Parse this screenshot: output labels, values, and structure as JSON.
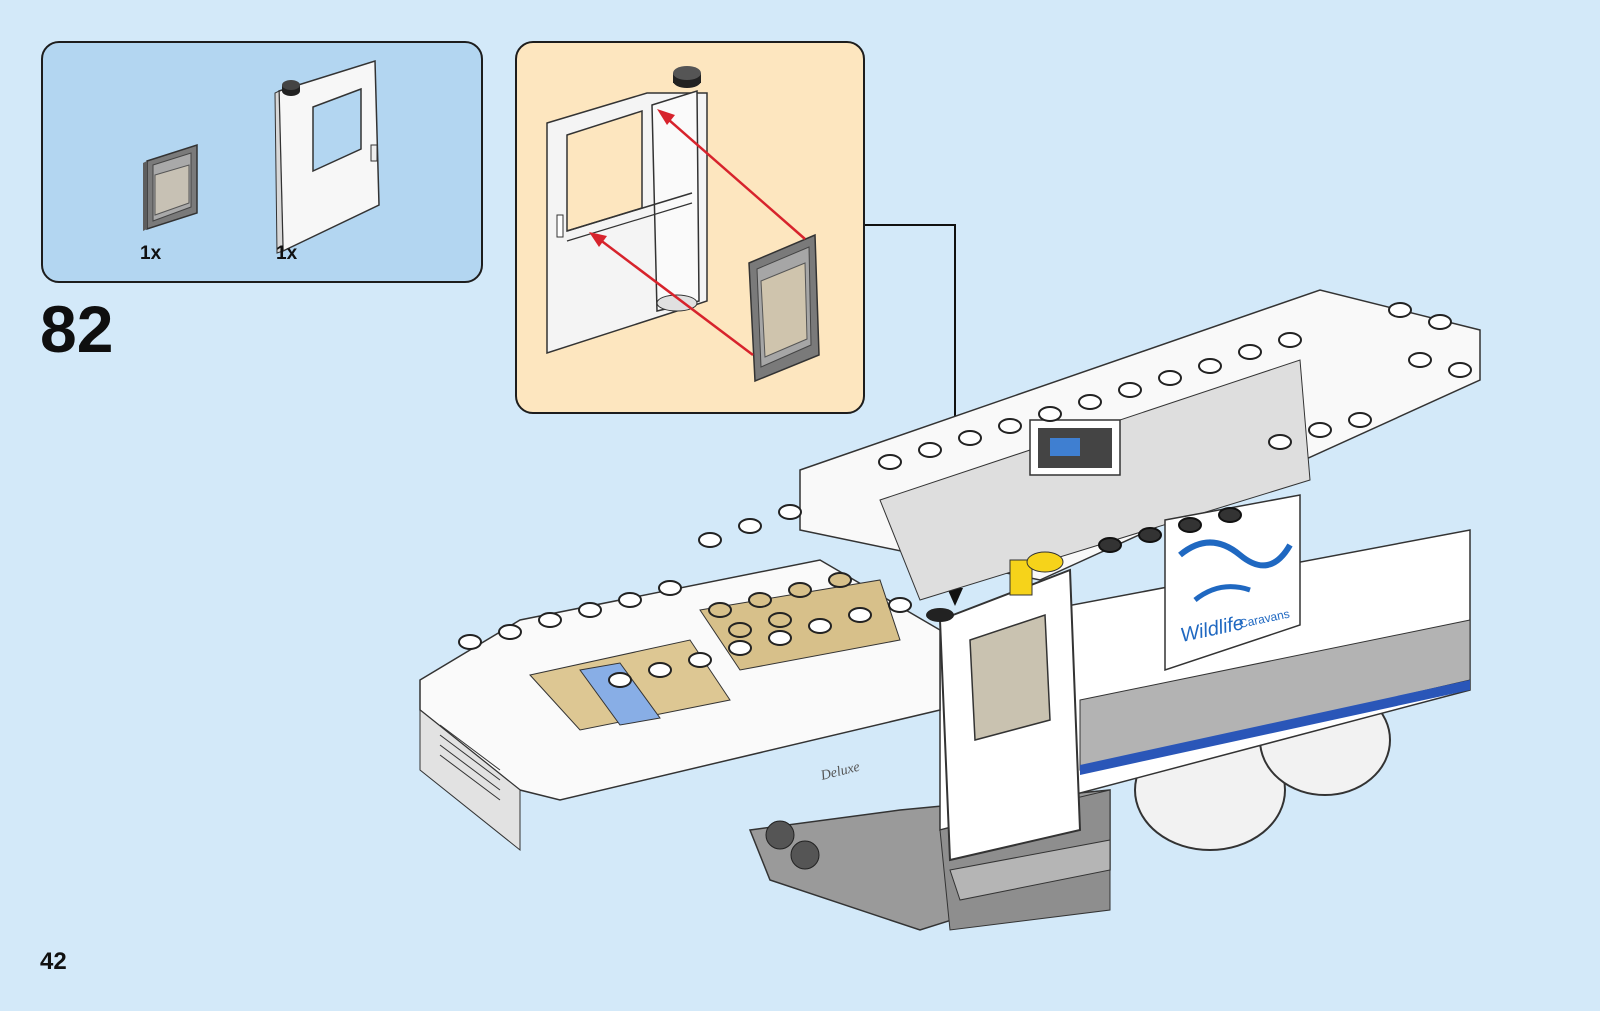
{
  "step": {
    "number": "82",
    "parts": [
      {
        "name": "transparent-window-pane",
        "quantity": "1x"
      },
      {
        "name": "white-door-frame",
        "quantity": "1x"
      }
    ]
  },
  "model": {
    "decal_brand": "Wildlife",
    "decal_sub": "Caravans",
    "side_script": "Deluxe"
  },
  "page": {
    "number": "42"
  },
  "colors": {
    "background": "#d3e9f9",
    "parts_box": "#b3d6f1",
    "callout_box": "#fde6bf",
    "arrow_red": "#d7232c"
  }
}
